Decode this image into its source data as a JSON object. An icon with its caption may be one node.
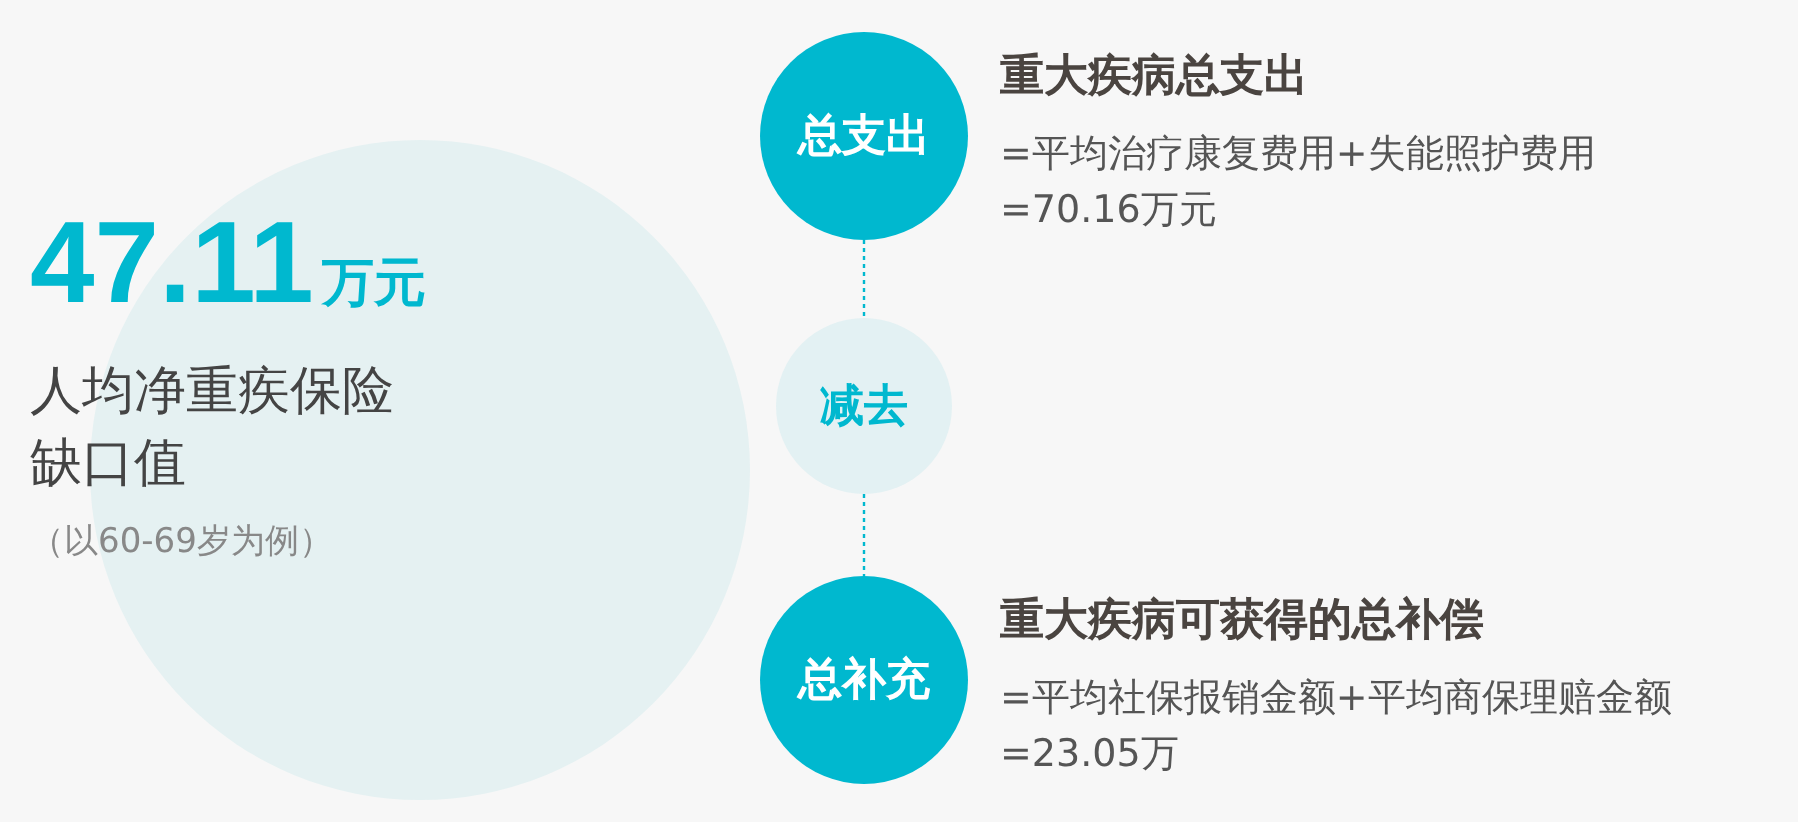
{
  "diagram": {
    "nodes": [
      {
        "text": [
          "47.11",
          "万元",
          "人均净重疾保险缺口值",
          "（以60-69岁为例）"
        ]
      },
      {
        "text": [
          "总支出"
        ],
        "beside": [
          "重大疾病总支出",
          "=平均治疗康复费用+失能照护费用=70.16万元"
        ]
      },
      {
        "text": [
          "减去"
        ]
      },
      {
        "text": [
          "总补充"
        ],
        "beside": [
          "重大疾病可获得的总补偿",
          "=平均社保报销金额+平均商保理赔金额=23.05万"
        ]
      }
    ],
    "edges": [
      {
        "from": 1,
        "to": 2,
        "arrow": "none",
        "style": "dashed"
      },
      {
        "from": 2,
        "to": 3,
        "arrow": "none",
        "style": "dashed"
      }
    ]
  }
}
